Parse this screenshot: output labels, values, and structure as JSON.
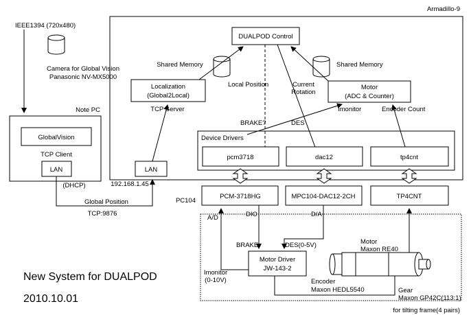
{
  "top": {
    "ieee": "IEEE1394 (720x480)",
    "camera_line1": "Camera for Global Vision",
    "camera_line2": "Panasonic NV-MX5000",
    "armadillo": "Armadillo-9"
  },
  "notepc": {
    "label": "Note PC",
    "globalvision": "GlobalVision",
    "tcp_client": "TCP Client",
    "lan": "LAN",
    "dhcp": "(DHCP)"
  },
  "armadillo": {
    "control": "DUALPOD Control",
    "shared_memory_left": "Shared Memory",
    "shared_memory_right": "Shared Memory",
    "local_position": "Local Position",
    "current_rotation_1": "Current",
    "current_rotation_2": "Rotation",
    "localization_1": "Localization",
    "localization_2": "(Global2Local)",
    "tcp_server": "TCP Server",
    "motor_1": "Motor",
    "motor_2": "(ADC & Counter)",
    "imonitor": "Imonitor",
    "encoder_count": "Encoder Count",
    "brake": "BRAKE?",
    "des": "DES",
    "device_drivers": "Device Drivers",
    "pcm3718": "pcm3718",
    "dac12": "dac12",
    "tp4cnt": "tp4cnt",
    "lan": "LAN",
    "ip": "192.168.1.45"
  },
  "links": {
    "global_position": "Global Position",
    "tcp_port": "TCP:9876"
  },
  "pc104": {
    "label": "PC104",
    "pcm": "PCM-3718HG",
    "mpc": "MPC104-DAC12-2CH",
    "tp4": "TP4CNT",
    "ad": "A/D",
    "dio": "DIO",
    "da": "D/A"
  },
  "hardware": {
    "brake": "BRAKE",
    "des": "DES(0-5V)",
    "motor_driver_1": "Motor Driver",
    "motor_driver_2": "JW-143-2",
    "imonitor_1": "Imonitor",
    "imonitor_2": "(0-10V)",
    "motor_1": "Motor",
    "motor_2": "Maxon RE40",
    "encoder_1": "Encoder",
    "encoder_2": "Maxon HEDL5540",
    "gear_1": "Gear",
    "gear_2": "Maxon GP42C(113:1)",
    "tilting": "for tilting frame(4 pairs)"
  },
  "footer": {
    "title": "New System for DUALPOD",
    "date": "2010.10.01"
  }
}
